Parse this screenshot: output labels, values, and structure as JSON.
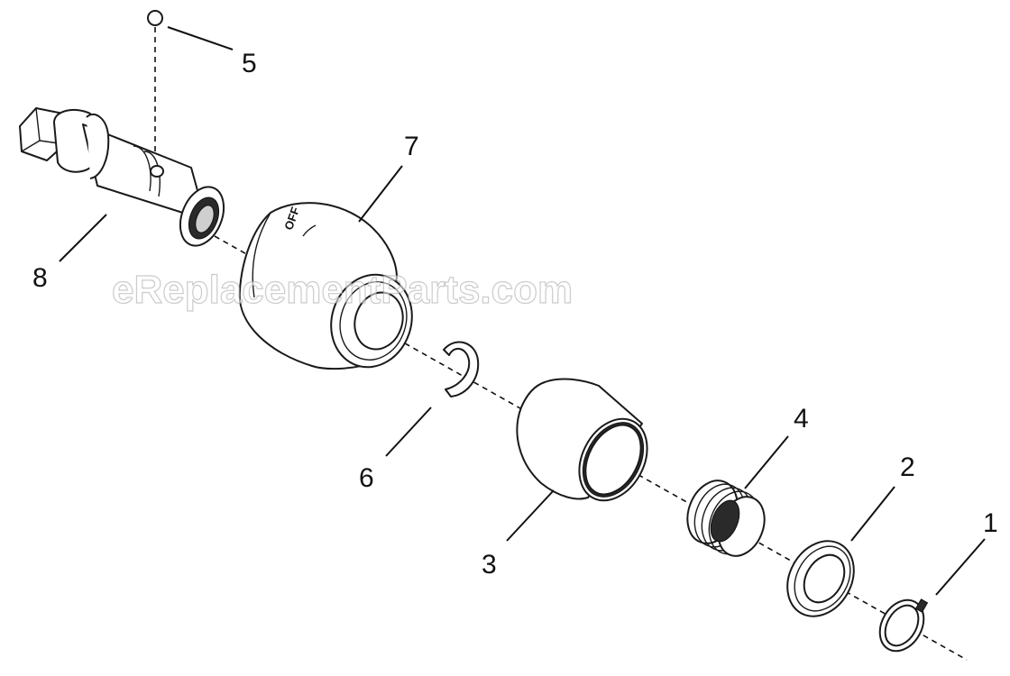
{
  "watermark": "eReplacementParts.com",
  "engraving": "OFF",
  "callouts": [
    {
      "id": "1",
      "label": "1"
    },
    {
      "id": "2",
      "label": "2"
    },
    {
      "id": "3",
      "label": "3"
    },
    {
      "id": "4",
      "label": "4"
    },
    {
      "id": "5",
      "label": "5"
    },
    {
      "id": "6",
      "label": "6"
    },
    {
      "id": "7",
      "label": "7"
    },
    {
      "id": "8",
      "label": "8"
    }
  ]
}
